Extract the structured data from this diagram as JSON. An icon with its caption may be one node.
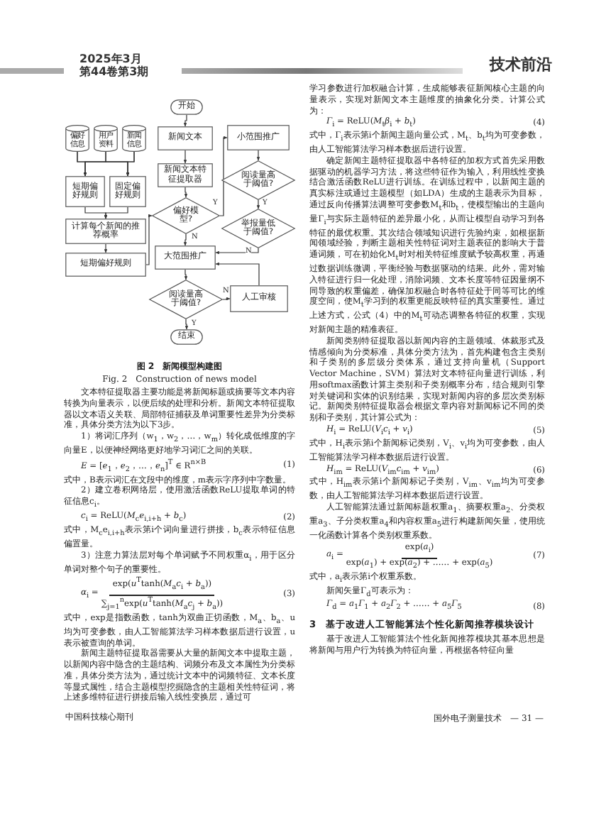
{
  "diagram": {
    "nodes": [
      {
        "text": [
          "开始"
        ]
      },
      {
        "text": [
          "新闻文本"
        ]
      },
      {
        "text": [
          "小范围推广"
        ]
      },
      {
        "text": [
          "偏好信息"
        ]
      },
      {
        "text": [
          "用户资料"
        ]
      },
      {
        "text": [
          "新闻信息"
        ]
      },
      {
        "text": [
          "新闻文本特征提取器"
        ]
      },
      {
        "text": [
          "阅读量高于阈值?"
        ]
      },
      {
        "text": [
          "短期偏好规则"
        ]
      },
      {
        "text": [
          "固定偏好规则"
        ]
      },
      {
        "text": [
          "偏好模型?"
        ]
      },
      {
        "text": [
          "举报量低于阈值?"
        ]
      },
      {
        "text": [
          "计算每个新闻的推荐概率"
        ]
      },
      {
        "text": [
          "短期偏好规则"
        ]
      },
      {
        "text": [
          "大范围推广"
        ]
      },
      {
        "text": [
          "阅读量高于阈值?"
        ]
      },
      {
        "text": [
          "人工审核"
        ]
      },
      {
        "text": [
          "结束"
        ]
      }
    ],
    "edges": [
      {
        "from": 0,
        "to": 1,
        "arrow": "to"
      },
      {
        "from": 1,
        "to": 6,
        "arrow": "to"
      },
      {
        "from": 6,
        "to": 10,
        "arrow": "to"
      },
      {
        "from": 10,
        "to": 2,
        "arrow": "to",
        "label": "Y"
      },
      {
        "from": 10,
        "to": 14,
        "arrow": "to",
        "label": "N"
      },
      {
        "from": 2,
        "to": 7,
        "arrow": "to"
      },
      {
        "from": 7,
        "to": 11,
        "arrow": "to",
        "label": "Y"
      },
      {
        "from": 11,
        "to": 14,
        "arrow": "to",
        "label": "N"
      },
      {
        "from": 14,
        "to": 15,
        "arrow": "to"
      },
      {
        "from": 15,
        "to": 16,
        "arrow": "to",
        "label": "N"
      },
      {
        "from": 16,
        "to": 14,
        "arrow": "to"
      },
      {
        "from": 15,
        "to": 17,
        "arrow": "to",
        "label": "Y"
      },
      {
        "from": 3,
        "to": 8,
        "arrow": "to"
      },
      {
        "from": 3,
        "to": 9,
        "arrow": "to"
      },
      {
        "from": 4,
        "to": 8,
        "arrow": "to"
      },
      {
        "from": 4,
        "to": 9,
        "arrow": "to"
      },
      {
        "from": 5,
        "to": 8,
        "arrow": "to"
      },
      {
        "from": 5,
        "to": 9,
        "arrow": "to"
      },
      {
        "from": 8,
        "to": 12,
        "arrow": "to"
      },
      {
        "from": 9,
        "to": 12,
        "arrow": "to"
      },
      {
        "from": 12,
        "to": 13,
        "arrow": "to"
      },
      {
        "from": 13,
        "to": 10,
        "arrow": "to"
      }
    ],
    "labels": [
      "2025年3月",
      "第44卷第3期",
      "技术前沿",
      "图 2　新闻模型构建图",
      "Fig. 2　Construction of news model",
      "文本特征提取器主要功能是将新闻标题或摘要等文本内容转换为向量表示，以便后续的处理和分析。新闻文本特征提取器以文本语义关联、局部特征捕获及单词重要性差异为分类标准，具体分类方法为以下3步。",
      "1）将词汇序列（w$_{1}$，w$_{2}$，…，w$_{m}$）转化成低维度的字向量E，以便神经网络更好地学习词汇之间的关联。",
      "*E* = [*e*$_{1}$，*e*$_{2}$，…，*e*$_{n}$]$^{T}$ ∈ R$^{n×B}$",
      "(1)",
      "式中，B表示词汇在文段中的维度，m表示字序列中字数量。",
      "2）建立卷积网络层，使用激活函数ReLU提取单词的特征信息c$_{i}$。",
      "*c*$_{i}$ = ReLU(*M*$_{c}$*e*$_{i,i+h}$ + *b*$_{c}$)",
      "(2)",
      "式中，M$_{c}$e$_{i,i+h}$表示第i个词向量进行拼接，b$_{c}$表示特征信息偏置量。",
      "3）注意力算法层对每个单词赋予不同权重α$_{i}$，用于区分单词对整个句子的重要性。",
      "*α*$_{i}$ =",
      "exp(*u*$^{T}$tanh(*M*$_{a}$*c*$_{i}$ + *b*$_{a}$))",
      "∑$_{j=1}$$^{n}$exp(*u*$^{T}$tanh(*M*$_{a}$*c*$_{j}$ + *b*$_{a}$))",
      "(3)",
      "式中，exp是指数函数，tanh为双曲正切函数，M$_{a}$、b$_{a}$、u均为可变参数，由人工智能算法学习样本数据后进行设置，u表示被查询的单词。",
      "新闻主题特征提取器需要从大量的新闻文本中提取主题，以新闻内容中隐含的主题结构、词频分布及文本属性为分类标准，具体分类方法为，通过统计文本中的词频特征、文本长度等显式属性，结合主题模型挖掘隐含的主题相关性特征词，将上述多维特征进行拼接后输入线性变换层，通过可",
      "中国科技核心期刊",
      "学习参数进行加权融合计算，生成能够表征新闻核心主题的向量表示，实现对新闻文本主题维度的抽象化分类。计算公式为：",
      "*Γ*$_{i}$ = ReLU(*M*$_{t}$*β*$_{i}$ + *b*$_{t}$)",
      "(4)",
      "式中，Γ$_{i}$表示第i个新闻主题向量公式，M$_{t}$、b$_{t}$均为可变参数，由人工智能算法学习样本数据后进行设置。",
      "确定新闻主题特征提取器中各特征的加权方式首先采用数据驱动的机器学习方法，将这些特征作为输入，利用线性变换结合激活函数ReLU进行训练。在训练过程中，以新闻主题的真实标注或通过主题模型（如LDA）生成的主题表示为目标，通过反向传播算法调整可变参数M$_{t}$和b$_{t}$，使模型输出的主题向量Γ$_{i}$与实际主题特征的差异最小化，从而让模型自动学习到各特征的最优权重。其次结合领域知识进行先验约束，如根据新闻领域经验，判断主题相关性特征词对主题表征的影响大于普通词频，可在初始化M$_{t}$时对相关特征维度赋予较高权重，再通过数据训练微调，平衡经验与数据驱动的结果。此外，需对输入特征进行归一化处理，消除词频、文本长度等特征因量纲不同导致的权重偏差，确保加权融合时各特征处于同等可比的维度空间，使M$_{t}$学习到的权重更能反映特征的真实重要性。通过上述方式，公式（4）中的M$_{t}$可动态调整各特征的权重，实现对新闻主题的精准表征。",
      "新闻类别特征提取器以新闻内容的主题领域、体裁形式及情感倾向为分类标准，具体分类方法为，首先构建包含主类别和子类别的多层级分类体系，通过支持向量机（Support Vector Machine，SVM）算法对文本特征向量进行训练，利用softmax函数计算主类别和子类别概率分布，结合规则引擎对关键词和实体的识别结果，实现对新闻内容的多层次类别标记。新闻类别特征提取器会根据文章内容对新闻标记不同的类别和子类别，其计算公式为：",
      "*H*$_{i}$ = ReLU(*V*$_{i}$*c*$_{i}$ + *v*$_{i}$)",
      "(5)",
      "式中，H$_{i}$表示第i个新闻标记类别，V$_{i}$、v$_{i}$均为可变参数，由人工智能算法学习样本数据后进行设置。",
      "*H*$_{im}$ = ReLU(*V*$_{im}$*c*$_{im}$ + *v*$_{im}$)",
      "(6)",
      "式中，H$_{im}$表示第i个新闻标记子类别，V$_{im}$、v$_{im}$均为可变参数，由人工智能算法学习样本数据后进行设置。",
      "人工智能算法通过新闻标题权重a$_{1}$、摘要权重a$_{2}$、分类权重a$_{3}$、子分类权重a$_{4}$和内容权重a$_{5}$进行构建新闻矢量，使用统一化函数计算各个类别权重系数。",
      "*a*$_{i}$ =",
      "exp(*a*$_{i}$)",
      "exp(*a*$_{1}$) + exp(*a*$_{2}$) + …… + exp(*a*$_{5}$)",
      "(7)",
      "式中，a$_{i}$表示第i个权重系数。",
      "新闻矢量Γ$_{d}$可表示为：",
      "*Γ*$_{d}$ = *a*$_{1}$*Γ*$_{1}$ + *a*$_{2}$*Γ*$_{2}$ + …… + *a*$_{5}$*Γ*$_{5}$",
      "(8)",
      "3　基于改进人工智能算法个性化新闻推荐模块设计",
      "基于改进人工智能算法个性化新闻推荐模块其基本思想是将新闻与用户行为转换为特征向量，再根据各特征向量",
      "国外电子测量技术　— 31 —"
    ]
  }
}
